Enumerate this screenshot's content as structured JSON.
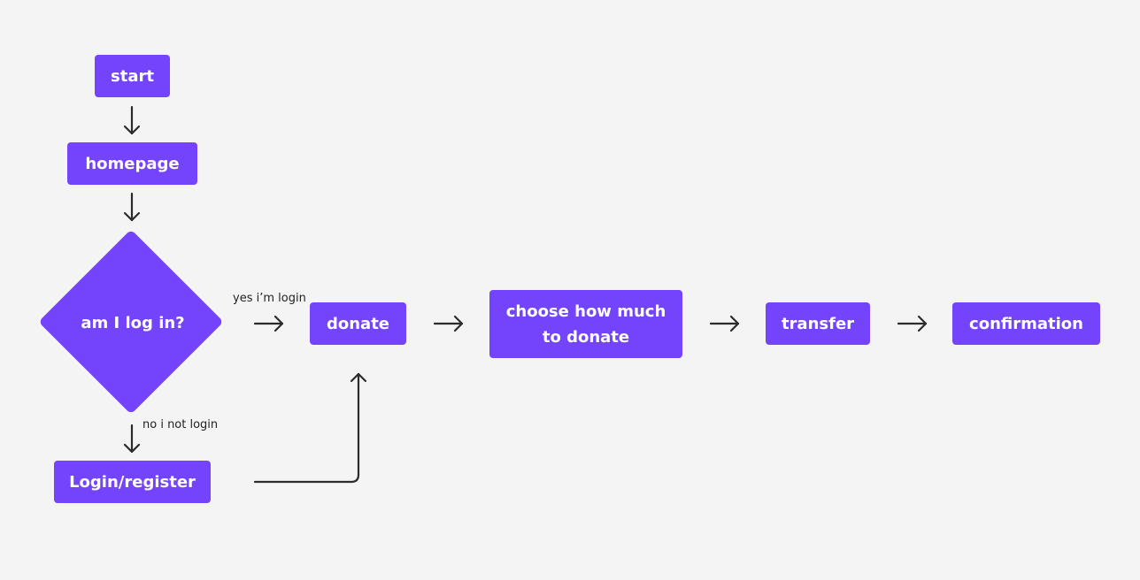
{
  "nodes": {
    "start": "start",
    "homepage": "homepage",
    "decision": "am I log in?",
    "login": "Login/register",
    "donate": "donate",
    "choose_line1": "choose how much",
    "choose_line2": "to donate",
    "transfer": "transfer",
    "confirmation": "confirmation"
  },
  "edge_labels": {
    "yes": "yes i’m login",
    "no": "no i not login"
  },
  "colors": {
    "background": "#f4f4f4",
    "node_fill": "#7444fd",
    "node_text": "#ffffff",
    "connector": "#2b2b2b"
  }
}
